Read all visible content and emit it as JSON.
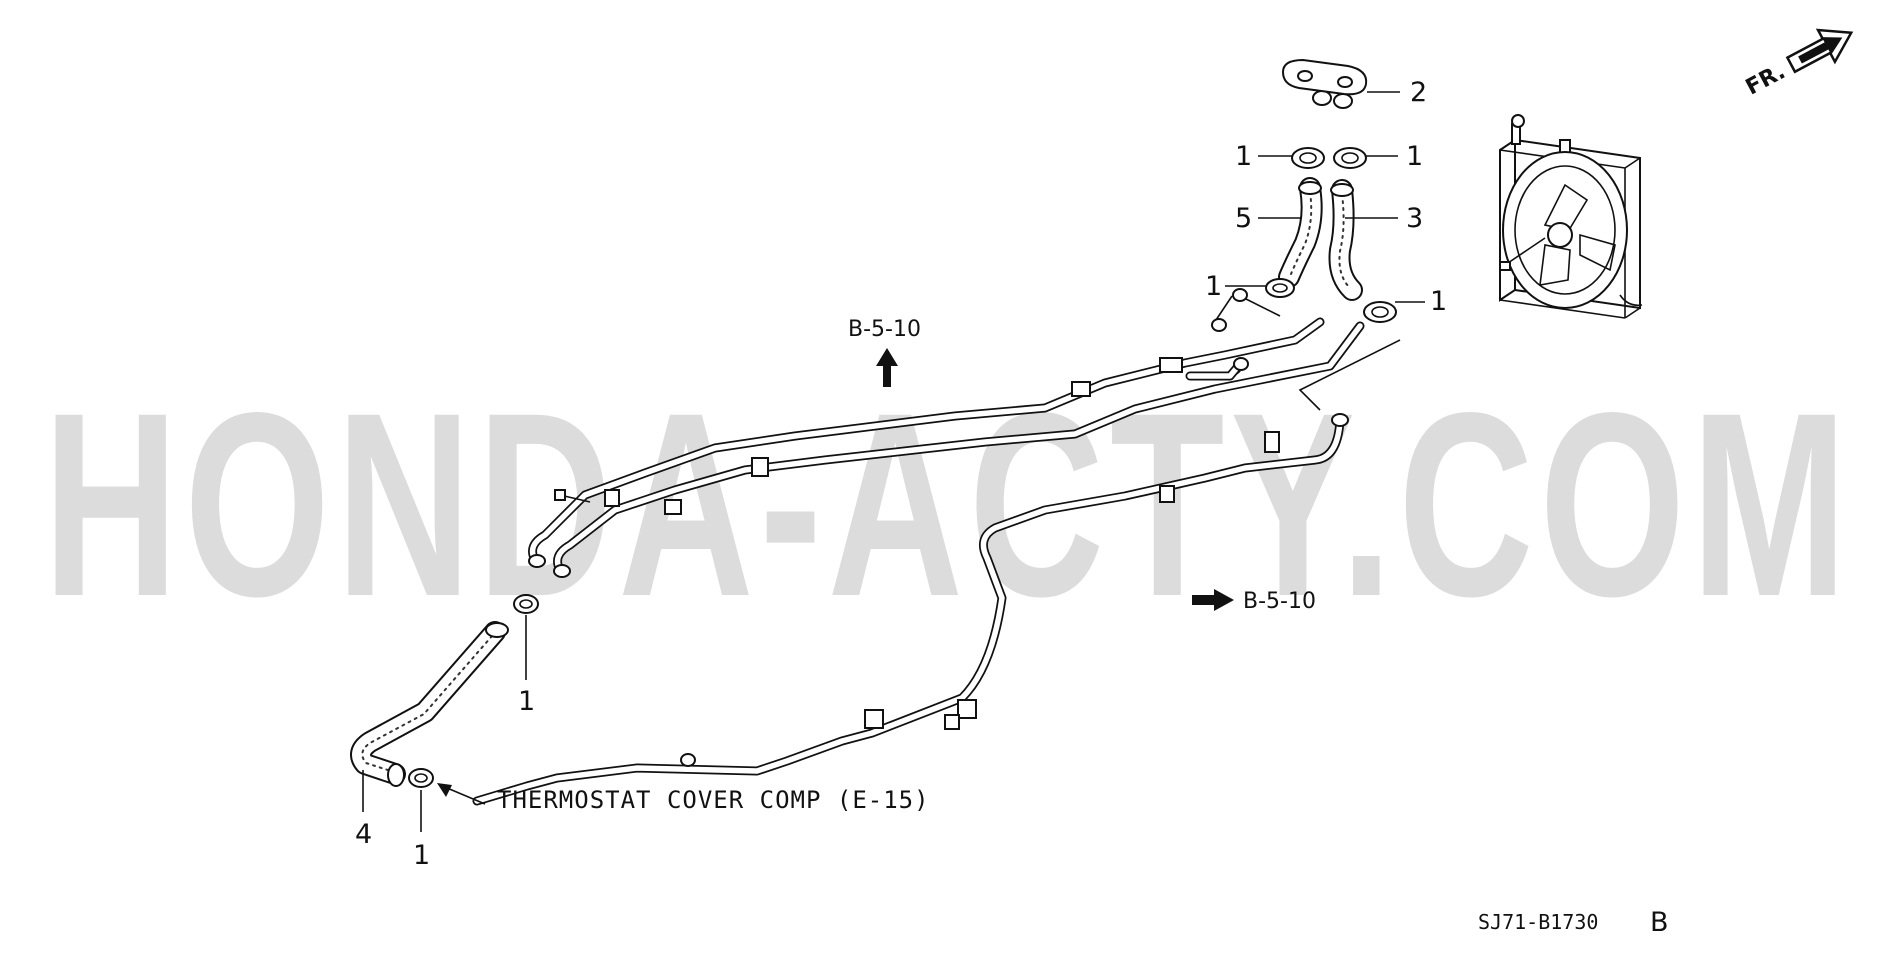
{
  "watermark": "HONDA-ACTY.COM",
  "callouts": {
    "cap": "2",
    "clamp_top_left": "1",
    "clamp_top_right": "1",
    "hose_left": "5",
    "hose_right": "3",
    "clamp_mid_left": "1",
    "clamp_mid_right": "1",
    "clamp_lower": "1",
    "hose_lower": "4",
    "clamp_bottom": "1"
  },
  "references": {
    "upper": "B-5-10",
    "right": "B-5-10"
  },
  "thermostat_note": "THERMOSTAT COVER COMP (E-15)",
  "diagram_code": "SJ71-B1730",
  "diagram_code_suffix": "B",
  "front_label": "FR.",
  "icons": [
    "front-arrow-icon",
    "reference-arrow-up-icon",
    "reference-arrow-right-icon",
    "note-arrow-icon"
  ]
}
